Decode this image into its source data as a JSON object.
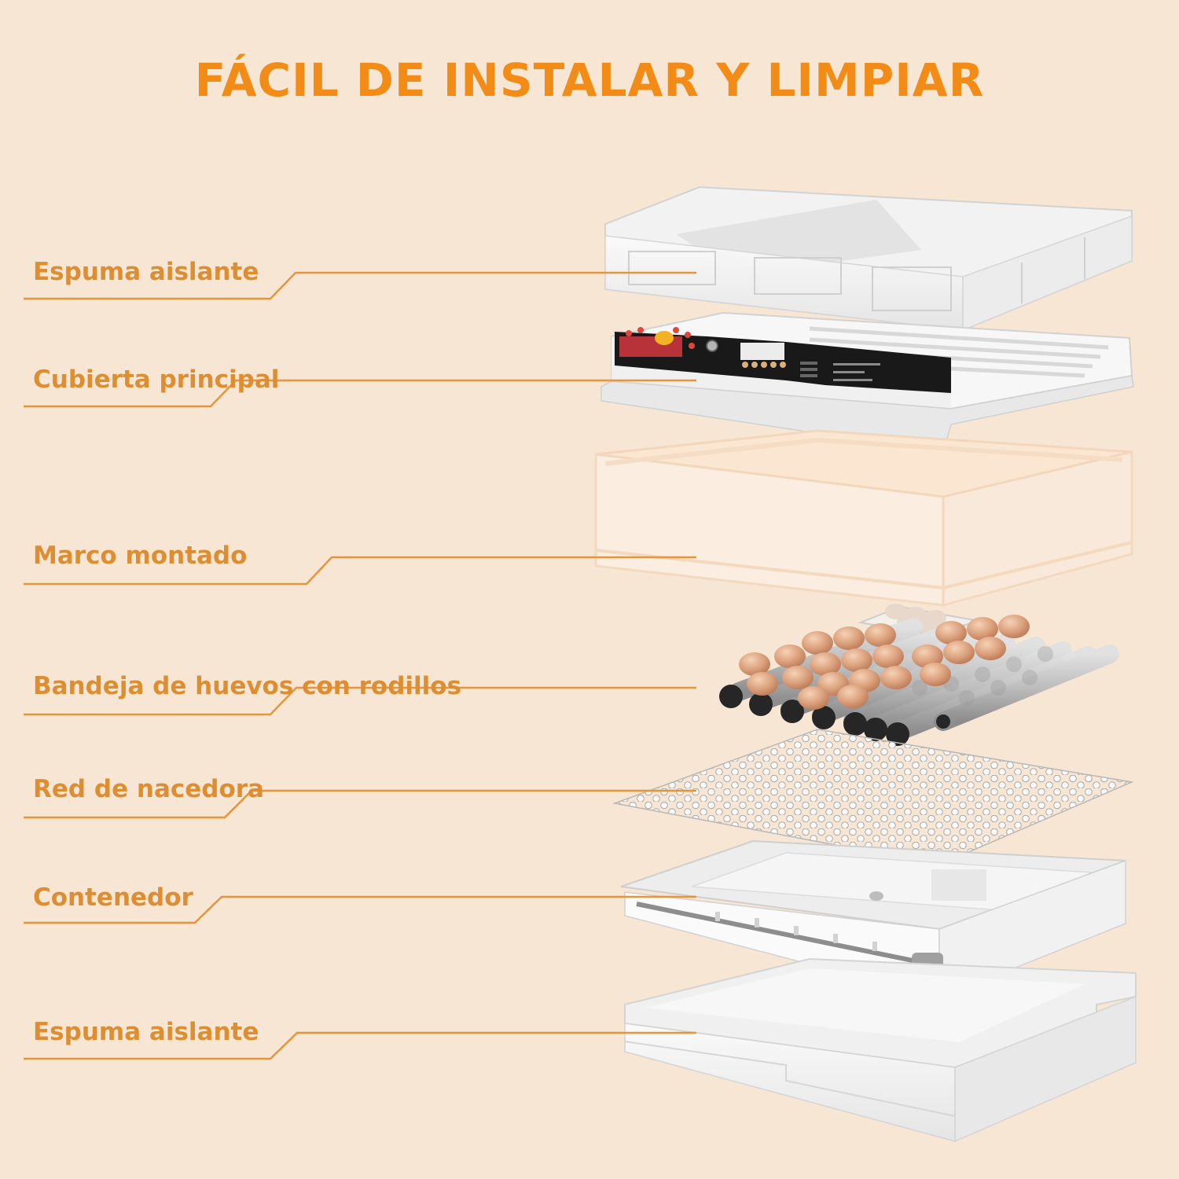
{
  "title": "FÁCIL DE INSTALAR Y LIMPIAR",
  "colors": {
    "background": "#f7e6d4",
    "title": "#f28c16",
    "label": "#dd8e32",
    "leader_line": "#e6953a"
  },
  "parts": [
    {
      "label": "Espuma aislante"
    },
    {
      "label": "Cubierta principal"
    },
    {
      "label": "Marco montado"
    },
    {
      "label": "Bandeja de huevos con rodillos"
    },
    {
      "label": "Red de nacedora"
    },
    {
      "label": "Contenedor"
    },
    {
      "label": "Espuma aislante"
    }
  ]
}
